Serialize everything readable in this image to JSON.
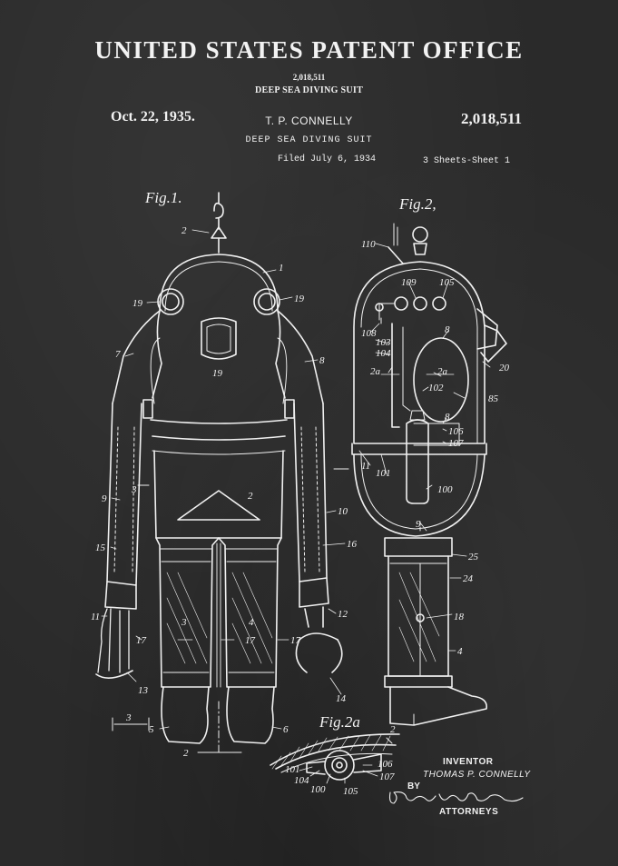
{
  "header": {
    "office": "UNITED STATES PATENT OFFICE",
    "patent_number_small": "2,018,511",
    "title_small": "DEEP SEA DIVING SUIT",
    "date": "Oct. 22, 1935.",
    "inventor": "T. P. CONNELLY",
    "patent_number": "2,018,511",
    "title": "DEEP SEA DIVING SUIT",
    "filed": "Filed July 6, 1934",
    "sheets": "3 Sheets-Sheet 1"
  },
  "figures": {
    "fig1": "Fig.1.",
    "fig2": "Fig.2,",
    "fig2a": "Fig.2a"
  },
  "fig1_labels": {
    "l2_top": "2",
    "l1": "1",
    "l19_left": "19",
    "l19_right": "19",
    "l19_bottom": "19",
    "l7": "7",
    "l8": "8",
    "l3_side": "3",
    "l9": "9",
    "l15": "15",
    "l11": "11",
    "l2_body": "2",
    "l10": "10",
    "l16": "16",
    "l12": "12",
    "l3_leg": "3",
    "l4": "4",
    "l17_left": "17",
    "l17_mid": "17",
    "l17_right": "17",
    "l13": "13",
    "l14": "14",
    "l5": "5",
    "l6": "6",
    "l3_dim": "3",
    "l2_dim": "2"
  },
  "fig2_labels": {
    "l110": "110",
    "l109": "109",
    "l105": "105",
    "l108": "108",
    "l103": "103",
    "l104": "104",
    "l8a": "8",
    "l2a_left": "2a",
    "l2a_right": "2a",
    "l102": "102",
    "l85": "85",
    "l20": "20",
    "l8b": "8",
    "l106": "106",
    "l107": "107",
    "l11": "11",
    "l101": "101",
    "l100": "100",
    "l9": "9",
    "l25": "25",
    "l24": "24",
    "l18": "18",
    "l4": "4"
  },
  "fig2a_labels": {
    "l2": "2",
    "l101": "101",
    "l104": "104",
    "l100": "100",
    "l105": "105",
    "l106": "106",
    "l107": "107"
  },
  "footer": {
    "inventor_label": "INVENTOR",
    "inventor_signature": "THOMAS P. CONNELLY",
    "by": "BY",
    "attorneys_signature": "Pennie, Davis, Marvin & Edmonds",
    "attorneys": "ATTORNEYS"
  }
}
